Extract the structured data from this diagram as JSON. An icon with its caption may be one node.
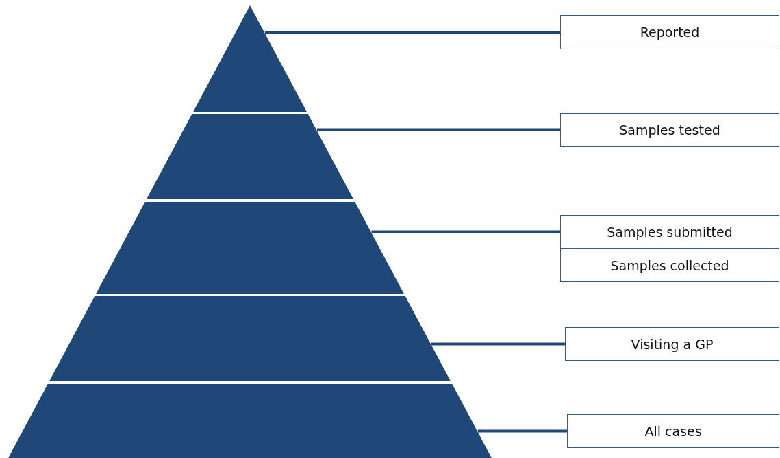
{
  "diagram": {
    "nodes": [
      {
        "text": [],
        "shape": "triangle"
      },
      {
        "text": [],
        "shape": "trapezoid"
      },
      {
        "text": [],
        "shape": "trapezoid"
      },
      {
        "text": [],
        "shape": "trapezoid"
      },
      {
        "text": [],
        "shape": "trapezoid"
      },
      {
        "text": [
          "Reported"
        ]
      },
      {
        "text": [
          "Samples tested"
        ]
      },
      {
        "text": [
          "Samples submitted"
        ]
      },
      {
        "text": [
          "Samples collected"
        ]
      },
      {
        "text": [
          "Visiting a GP"
        ]
      },
      {
        "text": [
          "All cases"
        ]
      }
    ],
    "edges": [
      {
        "from": 0,
        "to": 5,
        "arrow": "none"
      },
      {
        "from": 1,
        "to": 6,
        "arrow": "none"
      },
      {
        "from": 2,
        "to": 7,
        "arrow": "none"
      },
      {
        "from": 3,
        "to": 9,
        "arrow": "none"
      },
      {
        "from": 4,
        "to": 10,
        "arrow": "none"
      }
    ]
  }
}
